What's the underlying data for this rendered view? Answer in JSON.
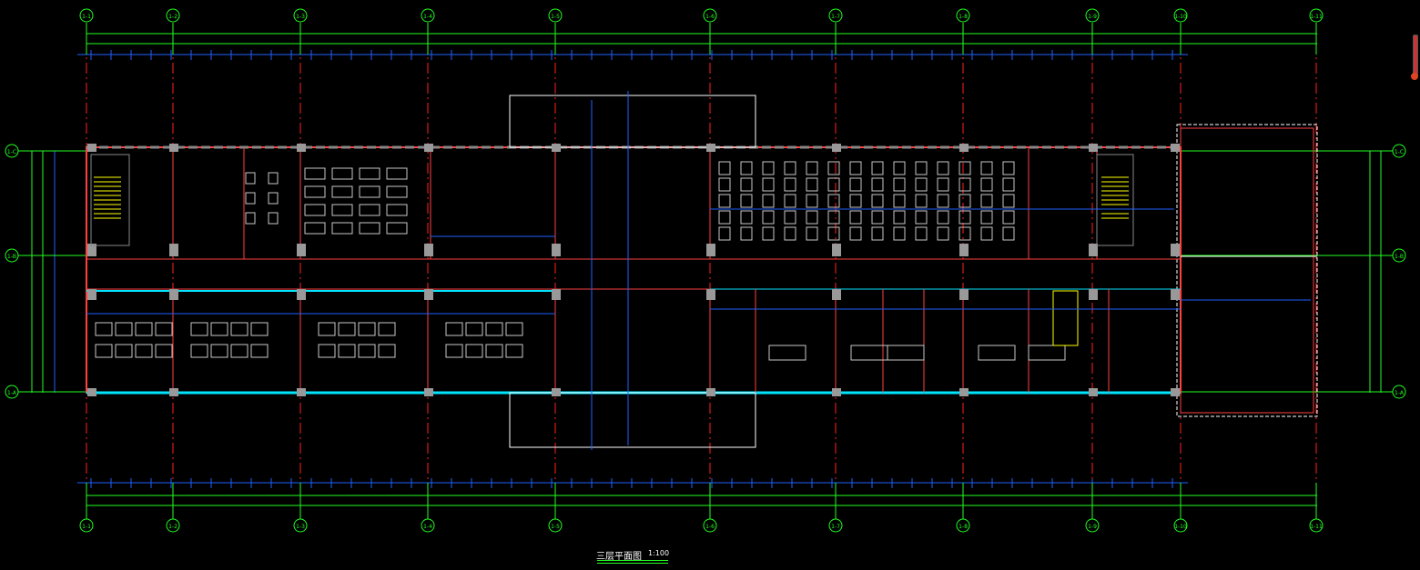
{
  "drawing": {
    "title": "三层平面图",
    "scale": "1:100"
  },
  "axes": {
    "columns": [
      "1-1",
      "1-2",
      "1-3",
      "1-4",
      "1-5",
      "1-6",
      "1-7",
      "1-8",
      "1-9",
      "1-10",
      "1-11"
    ],
    "rows": [
      "1-C",
      "1-B",
      "1-A"
    ]
  },
  "colors": {
    "background": "#000000",
    "axis": "#ff2020",
    "dimension": "#20ff20",
    "wall": "#ff4040",
    "furniture": "#c8c8c8",
    "detail": "#2060ff",
    "window": "#00e5ff",
    "stair": "#ffff30"
  }
}
